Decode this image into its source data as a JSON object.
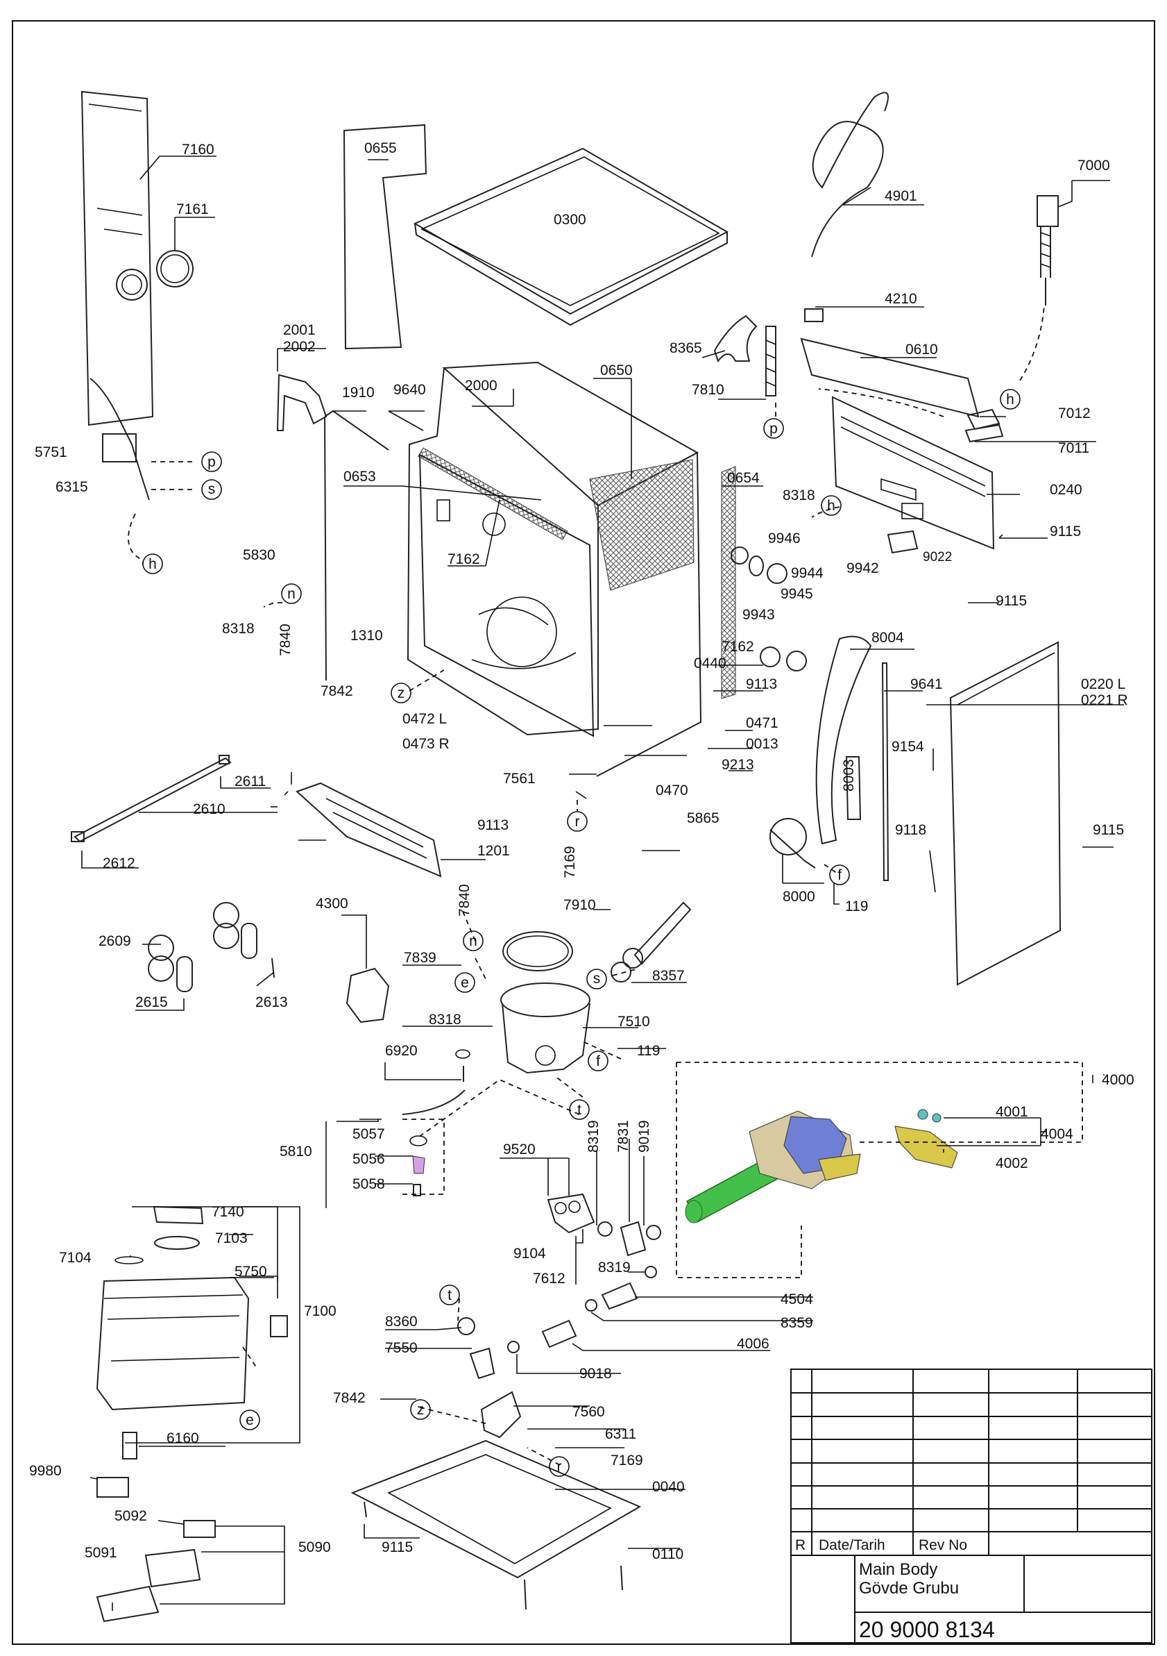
{
  "title_block": {
    "col_r": "R",
    "col_date": "Date/Tarih",
    "col_rev": "Rev No",
    "title_en": "Main Body",
    "title_tr": "Gövde Grubu",
    "drawing_no": "20 9000 8134"
  },
  "callouts": {
    "c0040": "0040",
    "c0110": "0110",
    "c0013": "0013",
    "c0220": "0220 L",
    "c0221": "0221 R",
    "c0240": "0240",
    "c0300": "0300",
    "c0440": "0440",
    "c0470": "0470",
    "c0471": "0471",
    "c0472": "0472 L",
    "c0473": "0473 R",
    "c0610": "0610",
    "c0650": "0650",
    "c0653": "0653",
    "c0654": "0654",
    "c0655": "0655",
    "c1201": "1201",
    "c1310": "1310",
    "c1910": "1910",
    "c2000": "2000",
    "c2001": "2001",
    "c2002": "2002",
    "c2609": "2609",
    "c2610": "2610",
    "c2611": "2611",
    "c2612": "2612",
    "c2613": "2613",
    "c2615": "2615",
    "c4000": "4000",
    "c4001": "4001",
    "c4002": "4002",
    "c4004": "4004",
    "c4006": "4006",
    "c4210": "4210",
    "c4300": "4300",
    "c4504": "4504",
    "c4901": "4901",
    "c5056": "5056",
    "c5057": "5057",
    "c5058": "5058",
    "c5090": "5090",
    "c5091": "5091",
    "c5092": "5092",
    "c5750": "5750",
    "c5751": "5751",
    "c5810": "5810",
    "c5830": "5830",
    "c5865": "5865",
    "c6160": "6160",
    "c6311": "6311",
    "c6315": "6315",
    "c6920": "6920",
    "c7000": "7000",
    "c7011": "7011",
    "c7012": "7012",
    "c7100": "7100",
    "c7103": "7103",
    "c7104": "7104",
    "c7140": "7140",
    "c7160": "7160",
    "c7161": "7161",
    "c7162a": "7162",
    "c7162b": "7162",
    "c7169a": "7169",
    "c7169b": "7169",
    "c7510": "7510",
    "c7550": "7550",
    "c7560": "7560",
    "c7561": "7561",
    "c7612": "7612",
    "c7810": "7810",
    "c7831": "7831",
    "c7839": "7839",
    "c7840a": "7840",
    "c7840b": "7840",
    "c7842a": "7842",
    "c7842b": "7842",
    "c7910": "7910",
    "c8000": "8000",
    "c8003": "8003",
    "c8004": "8004",
    "c8318a": "8318",
    "c8318b": "8318",
    "c8318c": "8318",
    "c8319a": "8319",
    "c8319b": "8319",
    "c8357": "8357",
    "c8359": "8359",
    "c8360": "8360",
    "c8365": "8365",
    "c9018": "9018",
    "c9019": "9019",
    "c9022": "9022",
    "c9104": "9104",
    "c9113a": "9113",
    "c9113b": "9113",
    "c9115a": "9115",
    "c9115b": "9115",
    "c9115c": "9115",
    "c9115d": "9115",
    "c9118": "9118",
    "c9154": "9154",
    "c9213": "9213",
    "c9520": "9520",
    "c9640": "9640",
    "c9641": "9641",
    "c9942": "9942",
    "c9943": "9943",
    "c9944": "9944",
    "c9945": "9945",
    "c9946": "9946",
    "c9980": "9980",
    "c0119a": "119",
    "c0119b": "119"
  },
  "link_markers": {
    "p": "p",
    "s": "s",
    "h": "h",
    "n": "n",
    "z": "z",
    "r": "r",
    "e": "e",
    "f": "f",
    "t": "t"
  },
  "colors": {
    "motor_body": "#6f7fd6",
    "motor_shaft": "#44c04a",
    "motor_bracket": "#d9c84a",
    "gasket_pink": "#d6a0e6",
    "mesh": "#555555"
  }
}
